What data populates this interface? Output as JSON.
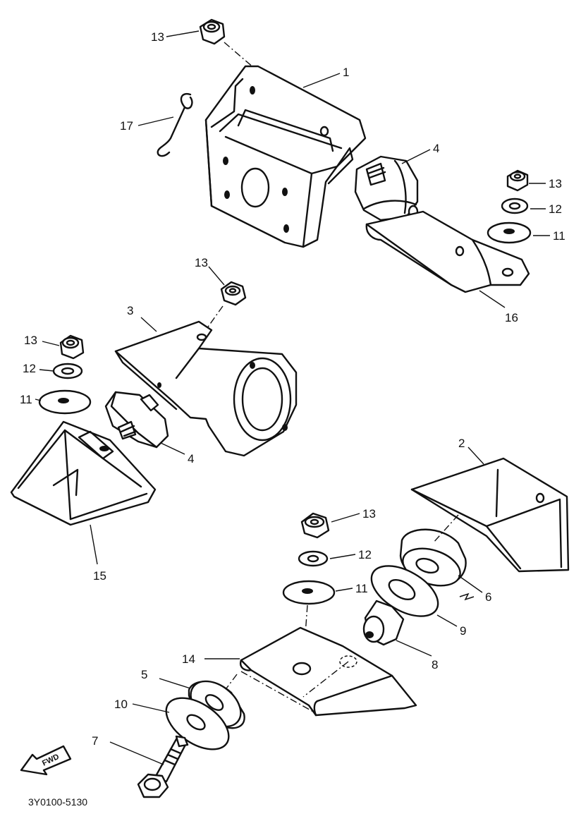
{
  "callouts": {
    "c1": "1",
    "c2": "2",
    "c3": "3",
    "c4a": "4",
    "c4b": "4",
    "c5": "5",
    "c6": "6",
    "c7": "7",
    "c8": "8",
    "c9": "9",
    "c10": "10",
    "c11a": "11",
    "c11b": "11",
    "c11c": "11",
    "c12a": "12",
    "c12b": "12",
    "c12c": "12",
    "c13a": "13",
    "c13b": "13",
    "c13c": "13",
    "c13d": "13",
    "c14": "14",
    "c15": "15",
    "c16": "16",
    "c17": "17"
  },
  "fwd_label": "FWD",
  "figure_code": "3Y0100-5130"
}
